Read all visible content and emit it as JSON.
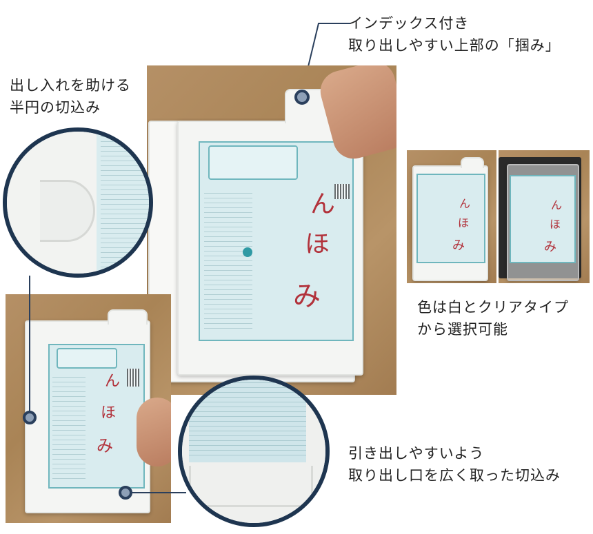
{
  "captions": {
    "index_tab_line1": "インデックス付き",
    "index_tab_line2": "取り出しやすい上部の「掴み」",
    "semicircle_line1": "出し入れを助ける",
    "semicircle_line2": "半円の切込み",
    "colors_line1": "色は白とクリアタイプ",
    "colors_line2": "から選択可能",
    "cutout_line1": "引き出しやすいよう",
    "cutout_line2": "取り出し口を広く取った切込み"
  },
  "certificate": {
    "kana_top": "ん",
    "kana_mid": "ほ",
    "kana_bottom": "み"
  },
  "colors": {
    "accent_navy": "#1e3550",
    "callout_dot": "#8ea0b7",
    "kana_red": "#b2323b",
    "cert_teal": "#6fb6bd"
  }
}
